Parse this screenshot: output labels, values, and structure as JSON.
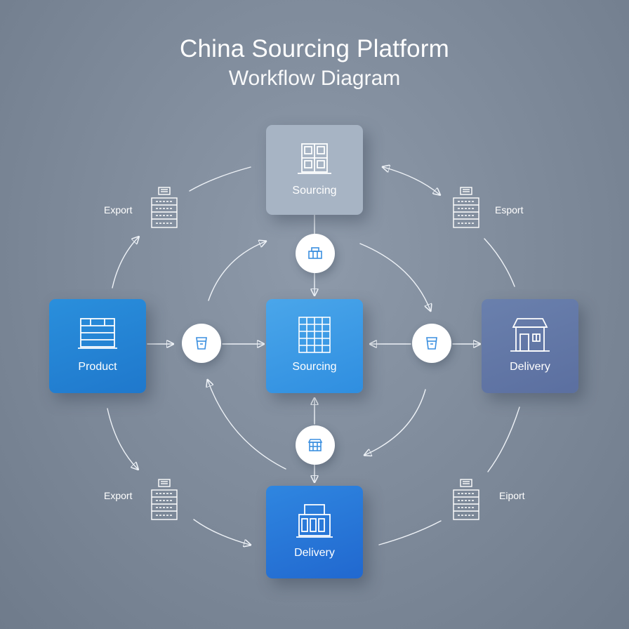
{
  "title": "China Sourcing Platform",
  "subtitle": "Workflow Diagram",
  "nodes": {
    "top": {
      "label": "Sourcing",
      "icon": "warehouse-icon"
    },
    "left": {
      "label": "Product",
      "icon": "shelving-icon"
    },
    "center": {
      "label": "Sourcing",
      "icon": "grid-icon"
    },
    "right": {
      "label": "Delivery",
      "icon": "storefront-icon"
    },
    "bottom": {
      "label": "Delivery",
      "icon": "factory-icon"
    }
  },
  "exports": {
    "top_left": "Export",
    "top_right": "Esport",
    "bottom_left": "Export",
    "bottom_right": "Eiport"
  },
  "colors": {
    "background": "#7d8999",
    "node_top": "#a7b4c4",
    "node_left": "#2384d4",
    "node_center": "#3f9ce6",
    "node_right": "#6276a6",
    "node_bottom": "#2a78d8",
    "connector": "#eef2f7"
  }
}
